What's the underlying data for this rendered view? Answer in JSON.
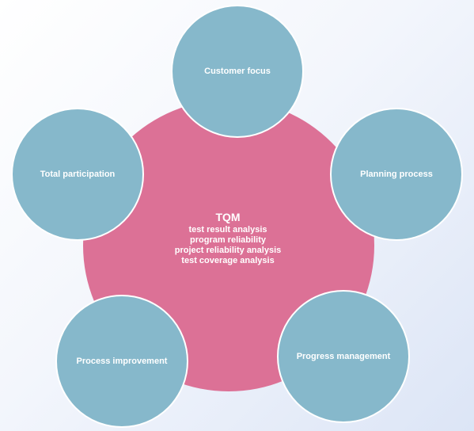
{
  "center": {
    "title": "TQM",
    "lines": [
      "test result analysis",
      "program reliability",
      "project reliability analysis",
      "test coverage analysis"
    ]
  },
  "petals": {
    "top": "Customer focus",
    "right": "Planning process",
    "bottom_right": "Progress management",
    "bottom_left": "Process improvement",
    "left": "Total participation"
  },
  "colors": {
    "center_fill": "#dc7196",
    "petal_fill": "#86b8cb",
    "text": "#ffffff"
  }
}
